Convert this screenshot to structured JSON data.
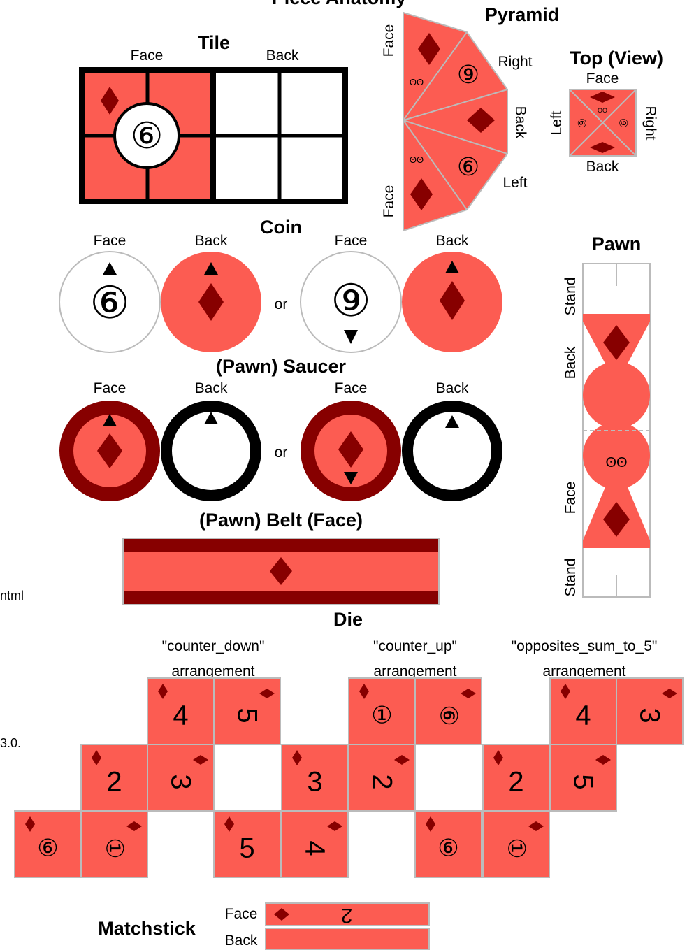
{
  "title": "Piece Anatomy",
  "colors": {
    "salmon": "#fc5c52",
    "dark": "#870000",
    "white": "#ffffff",
    "black": "#000000",
    "gray": "#bbbbbb"
  },
  "glyphs": {
    "diamond": "♦",
    "arrow_up": "▲",
    "arrow_down": "▼",
    "eyes": "ʘʘ"
  },
  "tile": {
    "heading": "Tile",
    "face": "Face",
    "back": "Back",
    "symbol": "⑥"
  },
  "pyramid": {
    "heading": "Pyramid",
    "face_top": "Face",
    "right": "Right",
    "back": "Back",
    "left": "Left",
    "face_bottom": "Face",
    "symbol": "⑥",
    "symbol_right": "⑨"
  },
  "top_view": {
    "heading": "Top (View)",
    "face": "Face",
    "right": "Right",
    "back": "Back",
    "left": "Left",
    "symbol": "⑥"
  },
  "coin": {
    "heading": "Coin",
    "face1": "Face",
    "back1": "Back",
    "or": "or",
    "face2": "Face",
    "back2": "Back",
    "symbol1": "⑥",
    "symbol2": "⑨"
  },
  "saucer": {
    "heading": "(Pawn) Saucer",
    "face1": "Face",
    "back1": "Back",
    "or": "or",
    "face2": "Face",
    "back2": "Back"
  },
  "belt": {
    "heading": "(Pawn) Belt (Face)"
  },
  "pawn": {
    "heading": "Pawn",
    "stand_top": "Stand",
    "back": "Back",
    "face": "Face",
    "stand_bottom": "Stand",
    "eyes": "ʘʘ"
  },
  "side_text": {
    "left1": "ntml",
    "left2": "3.0."
  },
  "die": {
    "heading": "Die",
    "arrangements": [
      {
        "line1": "\"counter_down\"",
        "line2": "arrangement"
      },
      {
        "line1": "\"counter_up\"",
        "line2": "arrangement"
      },
      {
        "line1": "\"opposites_sum_to_5\"",
        "line2": "arrangement"
      }
    ],
    "faces": {
      "d1": "4",
      "d2": "5",
      "d3": "2",
      "d4": "3",
      "d5": "⑥",
      "d6": "①",
      "u1": "①",
      "u2": "⑥",
      "u3": "3",
      "u4": "2",
      "u5": "5",
      "u6": "4",
      "s1": "4",
      "s2": "3",
      "s3": "2",
      "s4": "5",
      "s5": "⑥",
      "s6": "①"
    }
  },
  "matchstick": {
    "heading": "Matchstick",
    "face": "Face",
    "back": "Back",
    "symbol": "2"
  }
}
